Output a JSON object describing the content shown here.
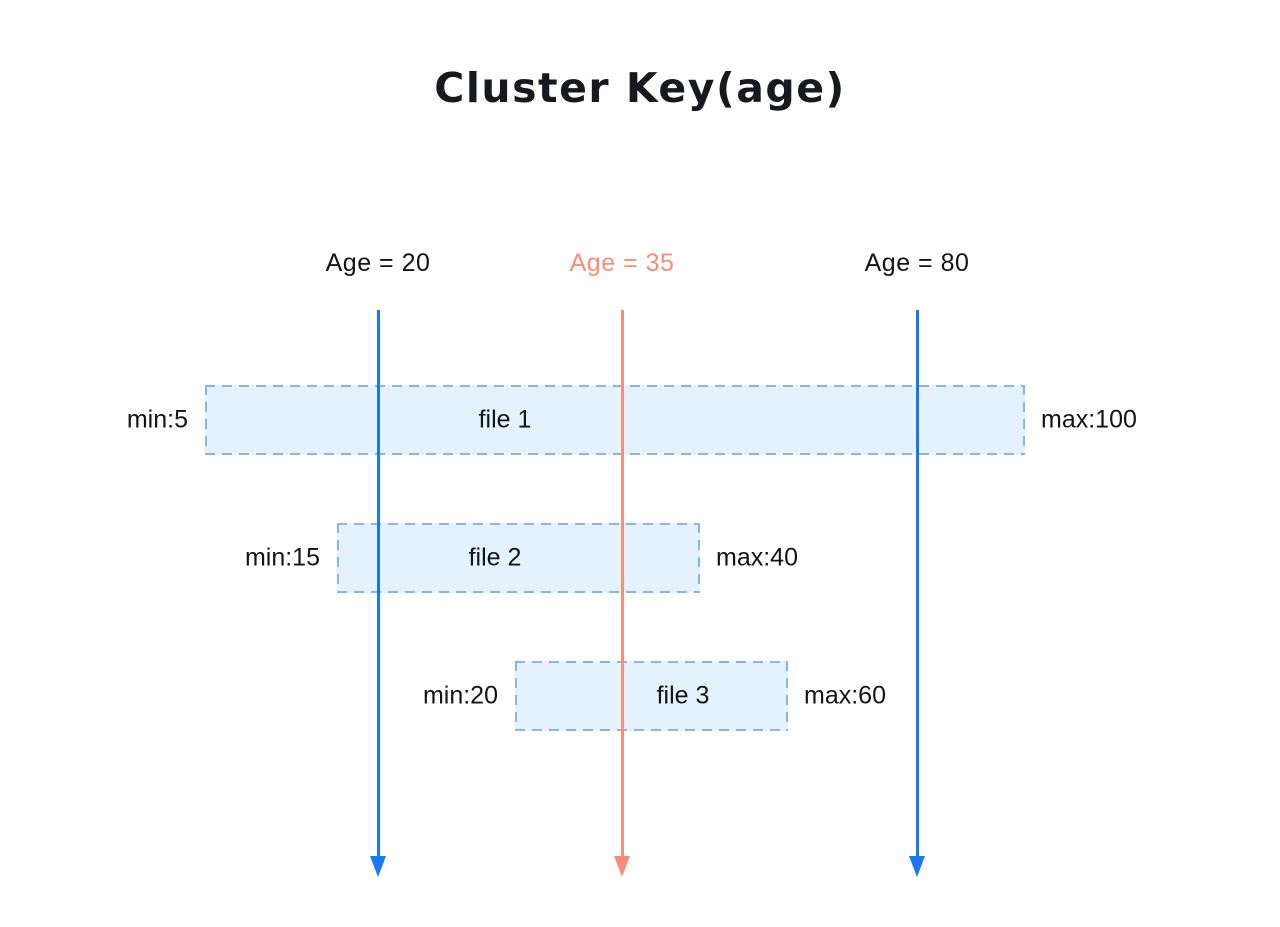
{
  "title": "Cluster Key(age)",
  "colors": {
    "blue": "#1877f2",
    "salmon": "#f98d75",
    "box_fill": "#e4f2fd",
    "box_border": "#84b6e9",
    "text": "#121418"
  },
  "age_lines": [
    {
      "label": "Age = 20",
      "value": 20,
      "color": "blue"
    },
    {
      "label": "Age = 35",
      "value": 35,
      "color": "salmon"
    },
    {
      "label": "Age = 80",
      "value": 80,
      "color": "blue"
    }
  ],
  "files": [
    {
      "name": "file 1",
      "min": 5,
      "max": 100,
      "min_label": "min:5",
      "max_label": "max:100"
    },
    {
      "name": "file 2",
      "min": 15,
      "max": 40,
      "min_label": "min:15",
      "max_label": "max:40"
    },
    {
      "name": "file 3",
      "min": 20,
      "max": 60,
      "min_label": "min:20",
      "max_label": "max:60"
    }
  ]
}
